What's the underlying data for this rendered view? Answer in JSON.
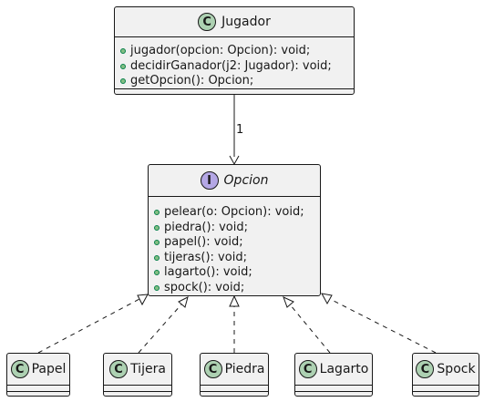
{
  "classes": {
    "jugador": {
      "name": "Jugador",
      "badge": "C",
      "methods": [
        "jugador(opcion: Opcion): void;",
        "decidirGanador(j2: Jugador): void;",
        "getOpcion(): Opcion;"
      ]
    },
    "opcion": {
      "name": "Opcion",
      "badge": "I",
      "methods": [
        "pelear(o: Opcion): void;",
        "piedra(): void;",
        "papel(): void;",
        "tijeras(): void;",
        "lagarto(): void;",
        "spock(): void;"
      ]
    },
    "papel": {
      "name": "Papel",
      "badge": "C"
    },
    "tijera": {
      "name": "Tijera",
      "badge": "C"
    },
    "piedra": {
      "name": "Piedra",
      "badge": "C"
    },
    "lagarto": {
      "name": "Lagarto",
      "badge": "C"
    },
    "spock": {
      "name": "Spock",
      "badge": "C"
    }
  },
  "association": {
    "label": "1"
  },
  "colors": {
    "class_fill": "#f1f1f1",
    "border": "#181818",
    "class_badge": "#add1b2",
    "interface_badge": "#b4a7e5",
    "public_marker": "#84be84"
  }
}
